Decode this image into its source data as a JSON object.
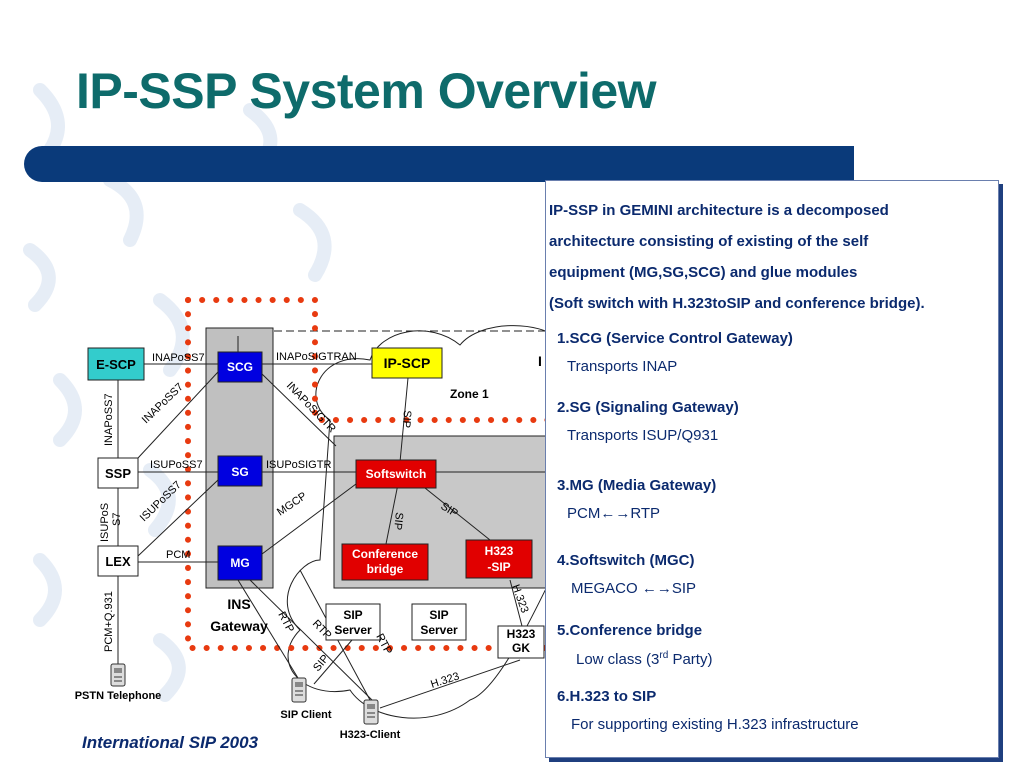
{
  "slide": {
    "title": "IP-SSP System Overview",
    "footer": "International SIP 2003"
  },
  "colors": {
    "title": "#0e6b6b",
    "banner": "#0a3a7a",
    "text": "#0b2a6e",
    "blue_node": "#0000e0",
    "red_node": "#e10000",
    "yellow_node": "#ffff00",
    "cyan_node": "#33cccc",
    "dotted_boundary": "#e83a10"
  },
  "diagram": {
    "nodes": {
      "escp": "E-SCP",
      "ssp": "SSP",
      "lex": "LEX",
      "scg": "SCG",
      "sg": "SG",
      "mg": "MG",
      "ipscp": "IP-SCP",
      "softswitch": "Softswitch",
      "conf_bridge": [
        "Conference",
        "bridge"
      ],
      "h323sip": [
        "H323",
        "-SIP"
      ],
      "sip_server_1": [
        "SIP",
        "Server"
      ],
      "sip_server_2": [
        "SIP",
        "Server"
      ],
      "h323_gk": [
        "H323",
        "GK"
      ],
      "ins_gateway": [
        "INS",
        "Gateway"
      ],
      "zone": "Zone 1",
      "partial_label": "I",
      "pstn_telephone": "PSTN Telephone",
      "sip_client": "SIP Client",
      "h323_client": "H323-Client"
    },
    "link_labels": {
      "escp_scg": "INAPoSS7",
      "scg_ipscp": "INAPoSIGTRAN",
      "ssp_scg": "INAPoSS7",
      "escp_ssp": "INAPoSS7",
      "ssp_sg": "ISUPoSS7",
      "sg_softswitch": "ISUPoSIGTR",
      "lex_sg": "ISUPoSS7",
      "ssp_lex": [
        "ISUPoS",
        "S7"
      ],
      "lex_mg": "PCM",
      "mg_softswitch": "MGCP",
      "scg_softswitch": "INAPoSIGTR",
      "ipscp_softswitch": "SIP",
      "softswitch_h323sip": "SIP",
      "softswitch_conf": "SIP",
      "h323sip_gk": "H.323",
      "lex_pstn": "PCM+Q.931",
      "mg_sipclient_rtp": "RTP",
      "mg_h323client_rtp": "RTP",
      "conf_rtp": "RTP",
      "sipserver_client": "SIP",
      "gk_h323client": "H.323"
    }
  },
  "info": {
    "intro": [
      "IP-SSP in GEMINI architecture is a decomposed",
      "architecture consisting of existing of the self",
      "equipment (MG,SG,SCG) and glue modules",
      "(Soft switch with H.323toSIP and conference bridge)."
    ],
    "items": [
      {
        "heading": "1.SCG (Service Control Gateway)",
        "desc": "Transports INAP"
      },
      {
        "heading": "2.SG (Signaling Gateway)",
        "desc": "Transports ISUP/Q931"
      },
      {
        "heading": "3.MG (Media Gateway)",
        "desc": "PCM←→RTP"
      },
      {
        "heading": "4.Softswitch (MGC)",
        "desc": "MEGACO ←→SIP"
      },
      {
        "heading": "5.Conference bridge",
        "desc_main": "Low class (3",
        "desc_sup": "rd",
        "desc_end": " Party)"
      },
      {
        "heading": "6.H.323 to SIP",
        "desc": "For supporting existing H.323  infrastructure"
      }
    ]
  }
}
